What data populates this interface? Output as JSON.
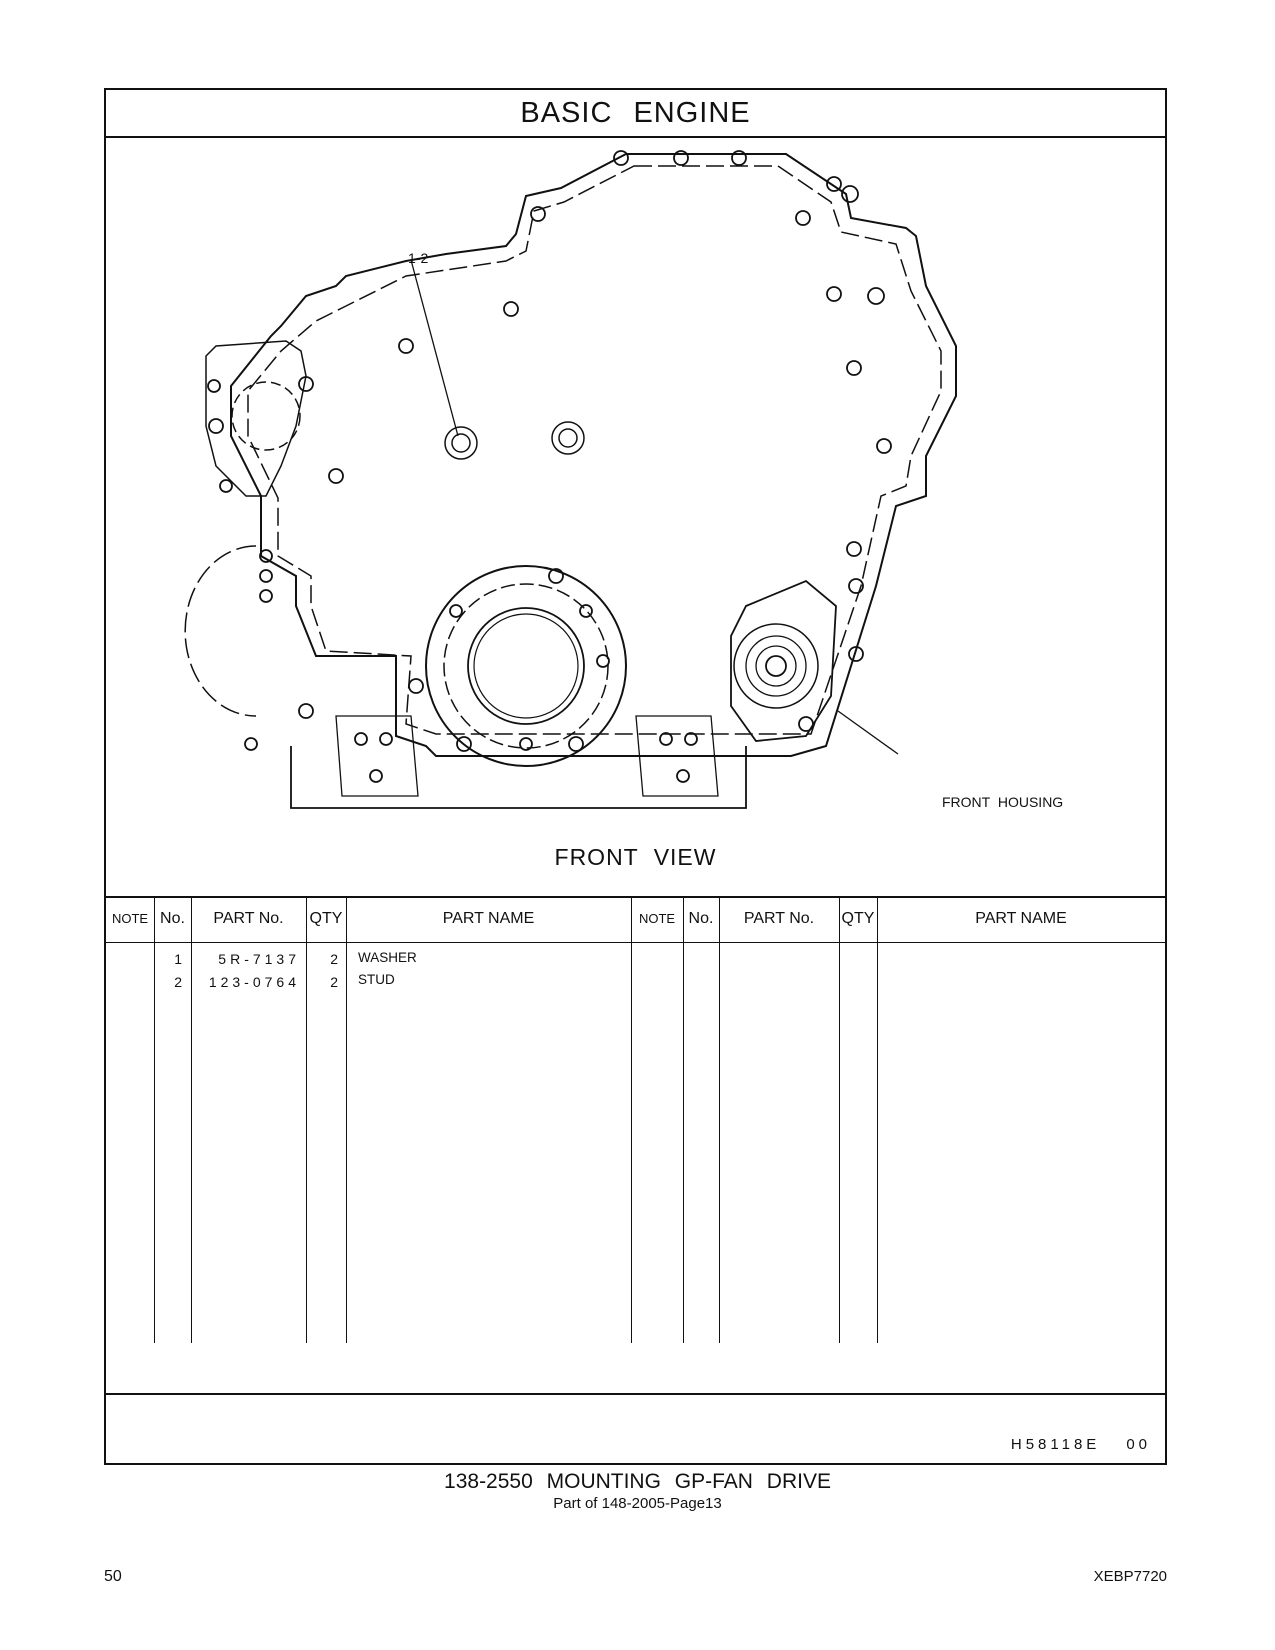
{
  "header": {
    "title": "BASIC   ENGINE"
  },
  "drawing": {
    "view_label": "FRONT  VIEW",
    "callouts": {
      "item_ref": "1-2",
      "front_housing": "FRONT  HOUSING"
    }
  },
  "table": {
    "columns": [
      "NOTE",
      "No.",
      "PART No.",
      "QTY",
      "PART NAME"
    ],
    "rows": [
      {
        "note": "",
        "no": "1",
        "part_no": "5R-7137",
        "qty": "2",
        "name": "WASHER"
      },
      {
        "note": "",
        "no": "2",
        "part_no": "123-0764",
        "qty": "2",
        "name": "STUD"
      }
    ]
  },
  "footer_code": {
    "code": "H58118E",
    "rev": "00"
  },
  "caption": {
    "main": "138-2550  MOUNTING  GP-FAN  DRIVE",
    "sub": "Part of 148-2005-Page13"
  },
  "page": {
    "number": "50",
    "doc_id": "XEBP7720"
  }
}
